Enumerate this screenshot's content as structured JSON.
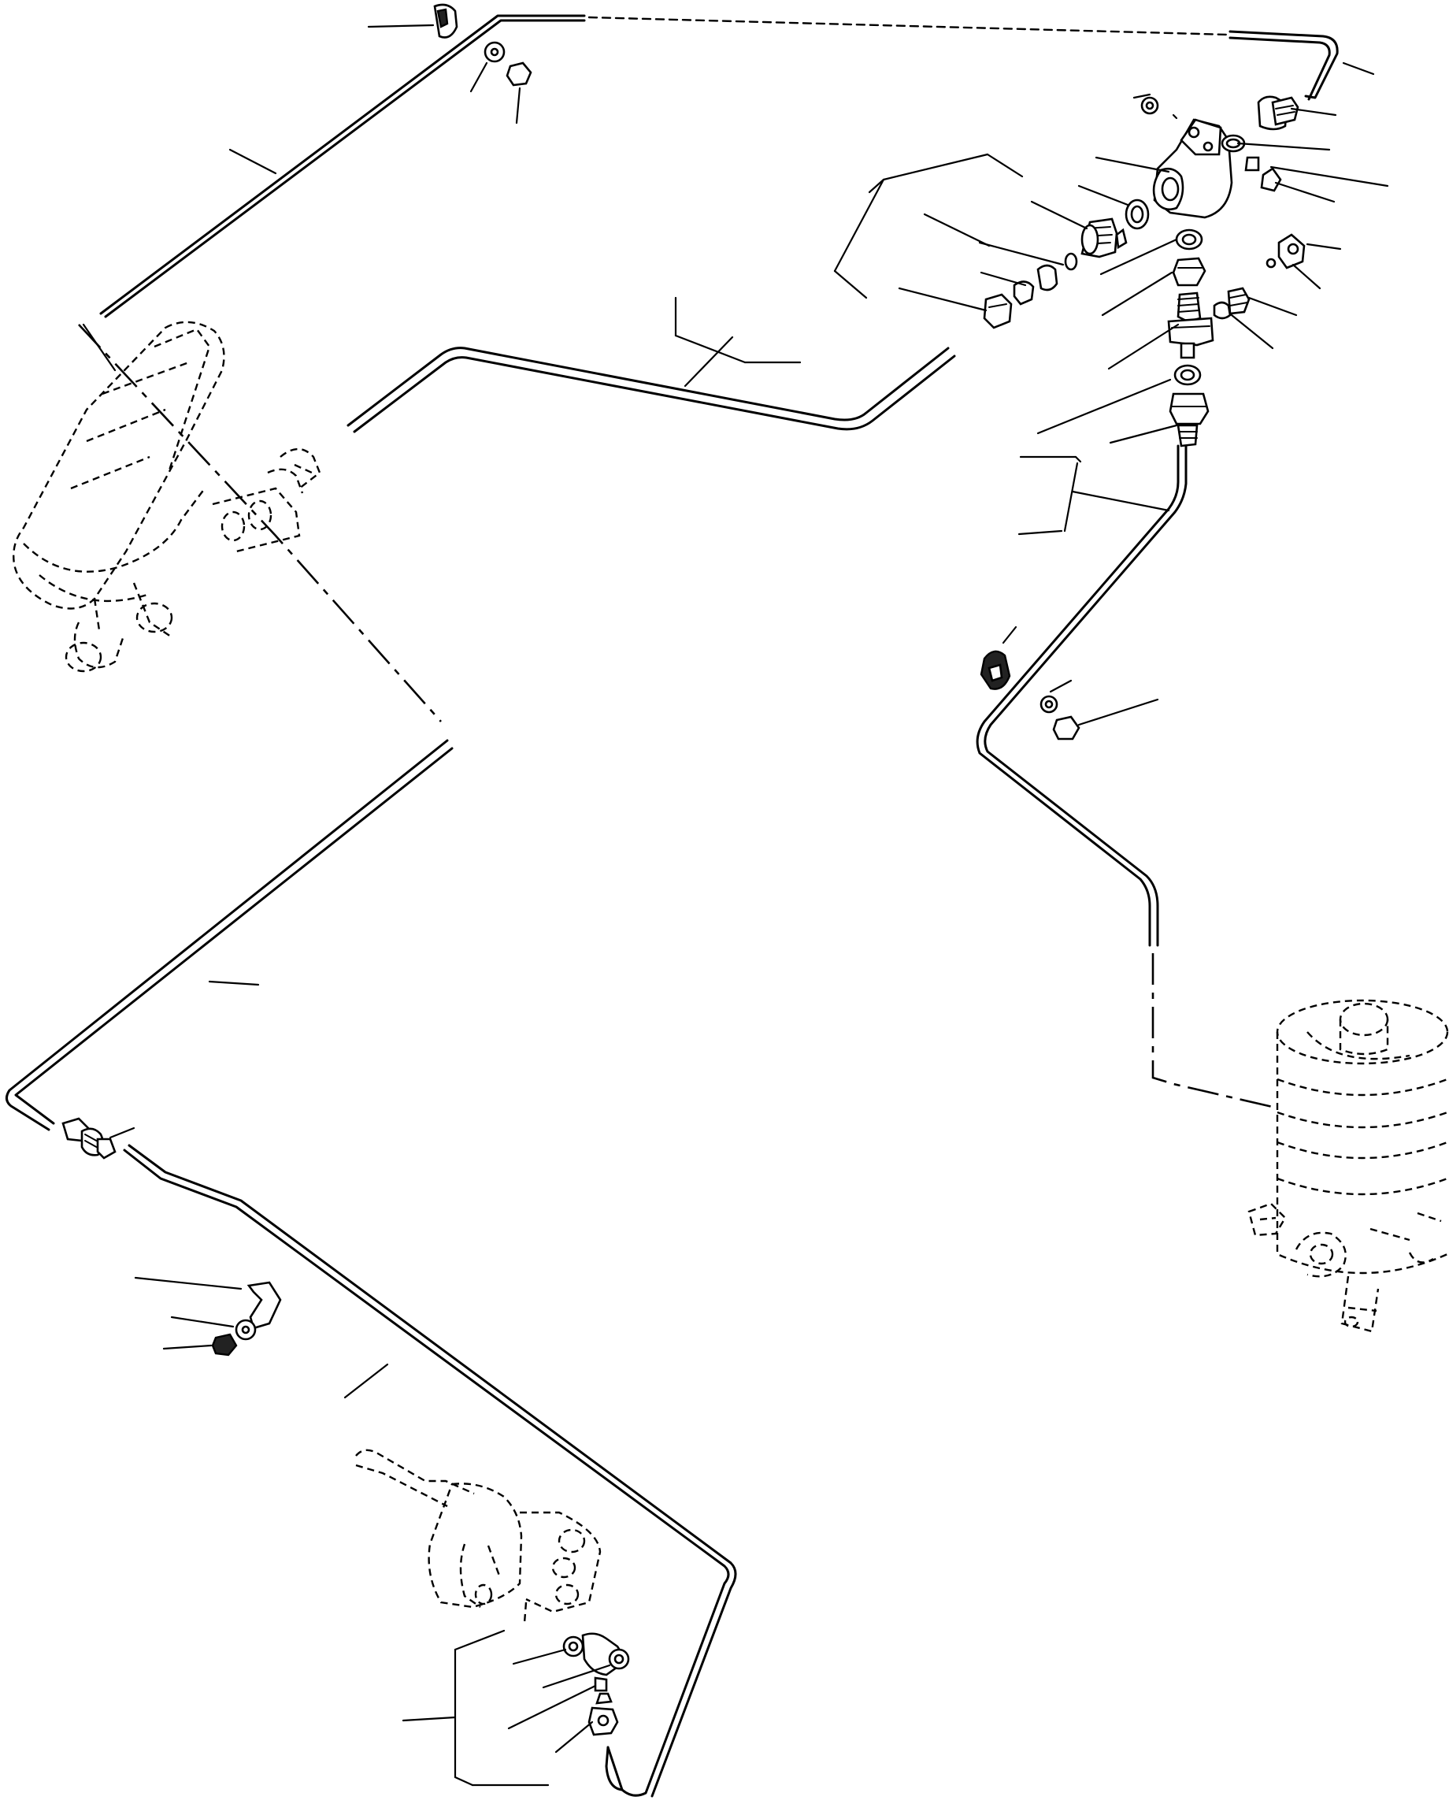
{
  "diagram": {
    "type": "exploded-parts-view",
    "description_text": "",
    "components": [
      "pipe-upper",
      "pipe-lower-left",
      "pipe-lower",
      "pipe-right-vertical",
      "pipe-middle",
      "valve-block",
      "master-cylinder-upper-left",
      "booster-tank-right",
      "wheel-cylinder-bottom",
      "fittings-and-nuts"
    ],
    "callout_labels": []
  }
}
